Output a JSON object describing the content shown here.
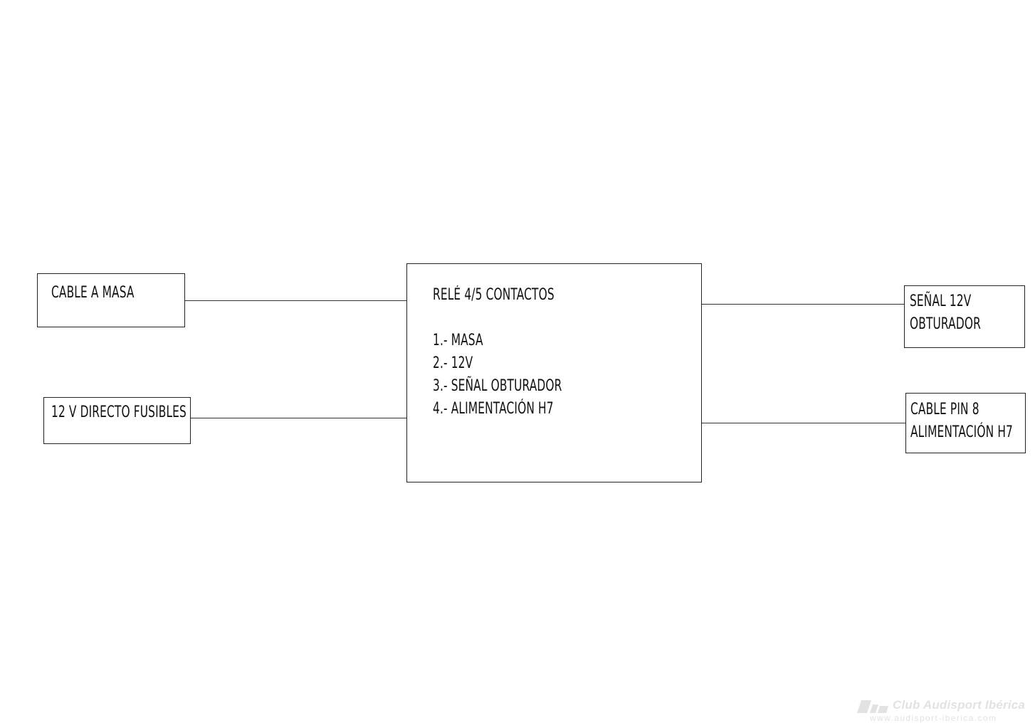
{
  "diagram": {
    "relay": {
      "title": "RELÉ 4/5 CONTACTOS",
      "contacts": [
        "1.-  MASA",
        "2.- 12V",
        "3.- SEÑAL OBTURADOR",
        "4.- ALIMENTACIÓN H7"
      ]
    },
    "left_nodes": [
      {
        "label": "CABLE A MASA"
      },
      {
        "label": "12 V DIRECTO FUSIBLES"
      }
    ],
    "right_nodes": [
      {
        "lines": [
          "SEÑAL 12V",
          "OBTURADOR"
        ]
      },
      {
        "lines": [
          "CABLE PIN 8",
          "ALIMENTACIÓN H7"
        ]
      }
    ],
    "connections": [
      {
        "from": "CABLE A MASA",
        "to": "RELÉ 4/5 CONTACTOS"
      },
      {
        "from": "12 V DIRECTO FUSIBLES",
        "to": "RELÉ 4/5 CONTACTOS"
      },
      {
        "from": "RELÉ 4/5 CONTACTOS",
        "to": "SEÑAL 12V OBTURADOR"
      },
      {
        "from": "RELÉ 4/5 CONTACTOS",
        "to": "CABLE PIN 8 ALIMENTACIÓN H7"
      }
    ]
  },
  "watermark": {
    "title": "Club Audisport Ibérica",
    "url": "www.audisport-iberica.com",
    "logo_icon": "audisport-logo-icon"
  },
  "colors": {
    "line": "#222222",
    "text": "#111111",
    "watermark": "#e2e2e2",
    "background": "#ffffff"
  }
}
